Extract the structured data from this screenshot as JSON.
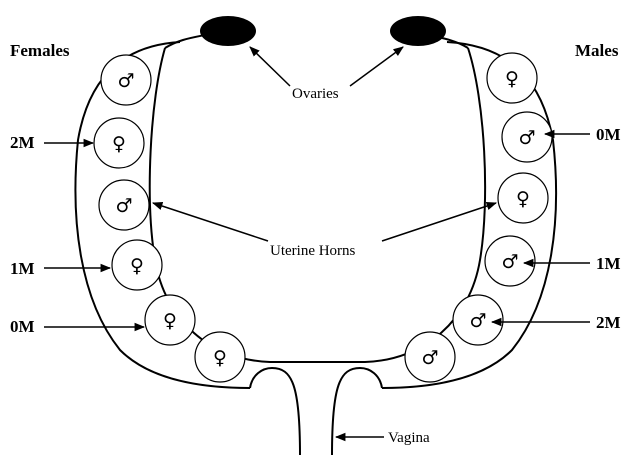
{
  "headings": {
    "left": "Females",
    "right": "Males"
  },
  "labels": {
    "ovaries": "Ovaries",
    "uterine_horns": "Uterine Horns",
    "vagina": "Vagina"
  },
  "left_horn": {
    "fetuses": [
      "♂",
      "♀",
      "♂",
      "♀",
      "♀",
      "♀"
    ],
    "markers": [
      "2M",
      "1M",
      "0M"
    ]
  },
  "right_horn": {
    "fetuses": [
      "♀",
      "♂",
      "♀",
      "♂",
      "♂",
      "♂"
    ],
    "markers": [
      "0M",
      "1M",
      "2M"
    ]
  }
}
